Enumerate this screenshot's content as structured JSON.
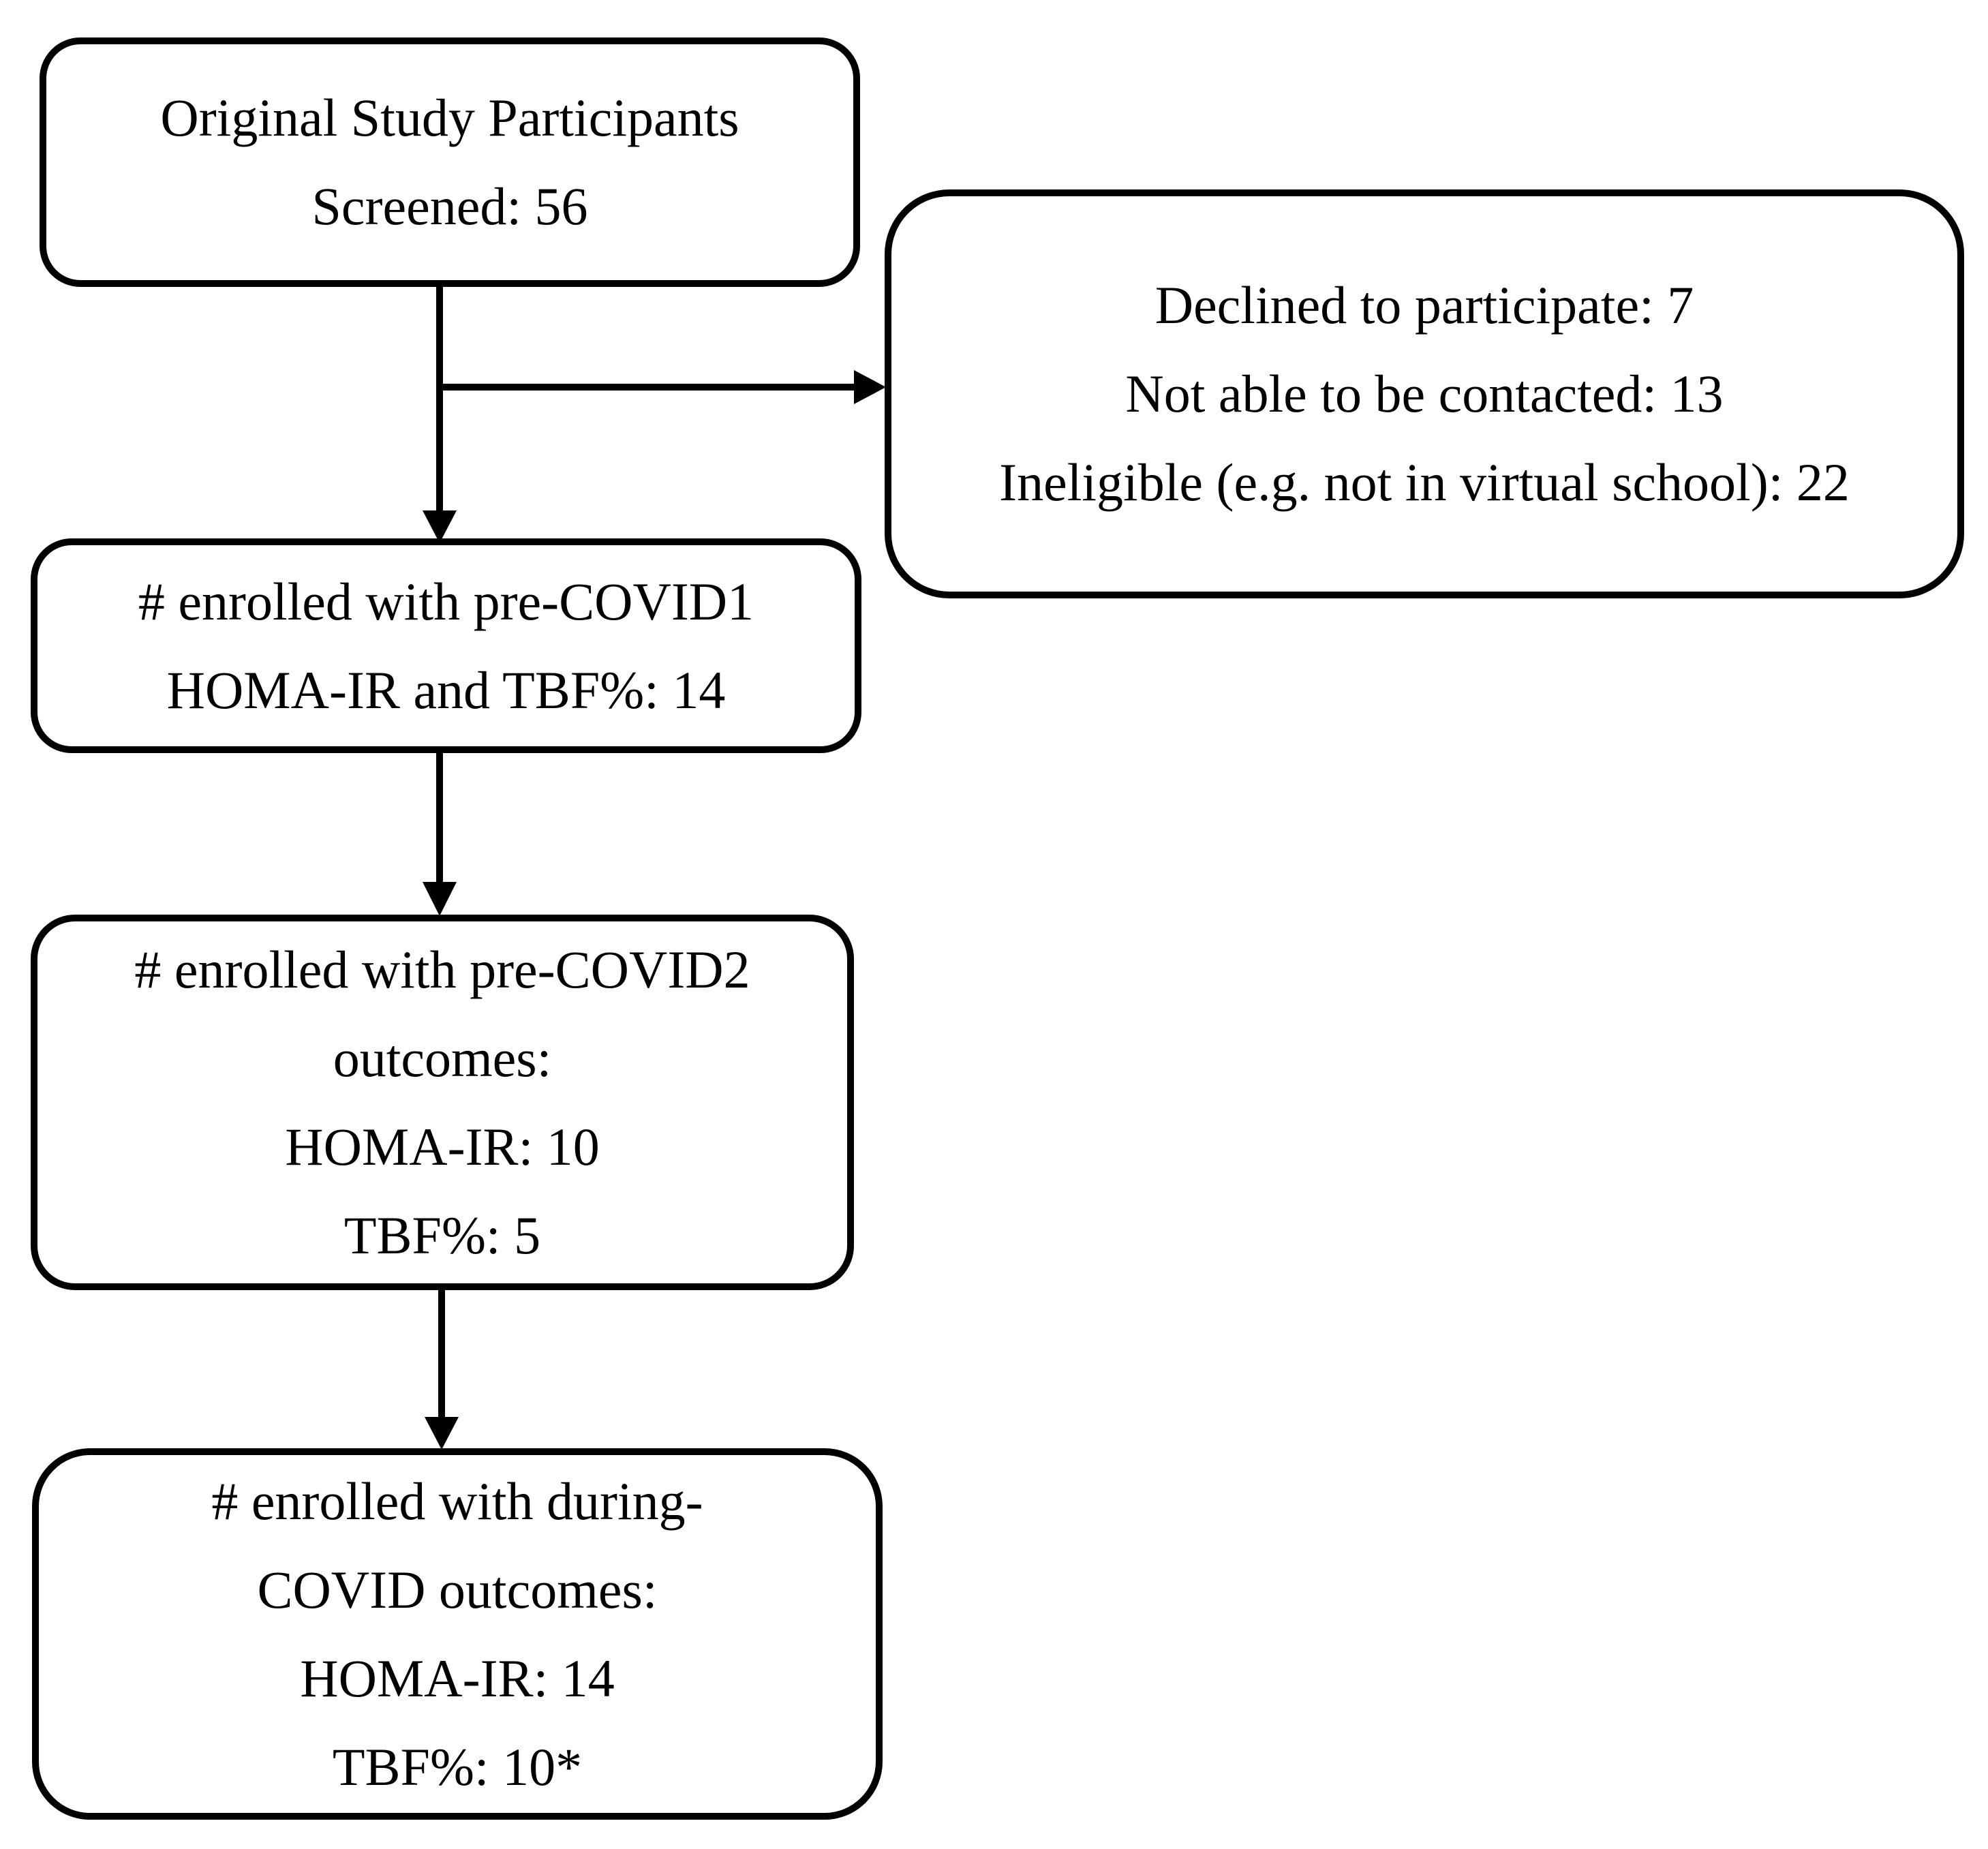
{
  "figure": {
    "type": "study-flow-diagram",
    "colors": {
      "stroke": "#000000",
      "background": "#ffffff",
      "text": "#000000"
    },
    "boxes": [
      {
        "id": "screened",
        "lines": [
          "Original Study Participants",
          "Screened: 56"
        ]
      },
      {
        "id": "excluded",
        "lines": [
          "Declined to participate: 7",
          "Not able to be contacted: 13",
          "Ineligible (e.g. not in virtual school): 22"
        ]
      },
      {
        "id": "enrolled-pre-covid1",
        "lines": [
          "# enrolled with pre-COVID1",
          "HOMA-IR and TBF%: 14"
        ]
      },
      {
        "id": "enrolled-pre-covid2",
        "lines": [
          "# enrolled with pre-COVID2",
          "outcomes:",
          "HOMA-IR: 10",
          "TBF%: 5"
        ]
      },
      {
        "id": "enrolled-during-covid",
        "lines": [
          "# enrolled with during-",
          "COVID outcomes:",
          "HOMA-IR: 14",
          "TBF%: 10*"
        ]
      }
    ],
    "edges": [
      {
        "from": "screened",
        "to": "enrolled-pre-covid1",
        "direction": "down"
      },
      {
        "from": "screened",
        "to": "excluded",
        "direction": "right"
      },
      {
        "from": "enrolled-pre-covid1",
        "to": "enrolled-pre-covid2",
        "direction": "down"
      },
      {
        "from": "enrolled-pre-covid2",
        "to": "enrolled-during-covid",
        "direction": "down"
      }
    ]
  }
}
